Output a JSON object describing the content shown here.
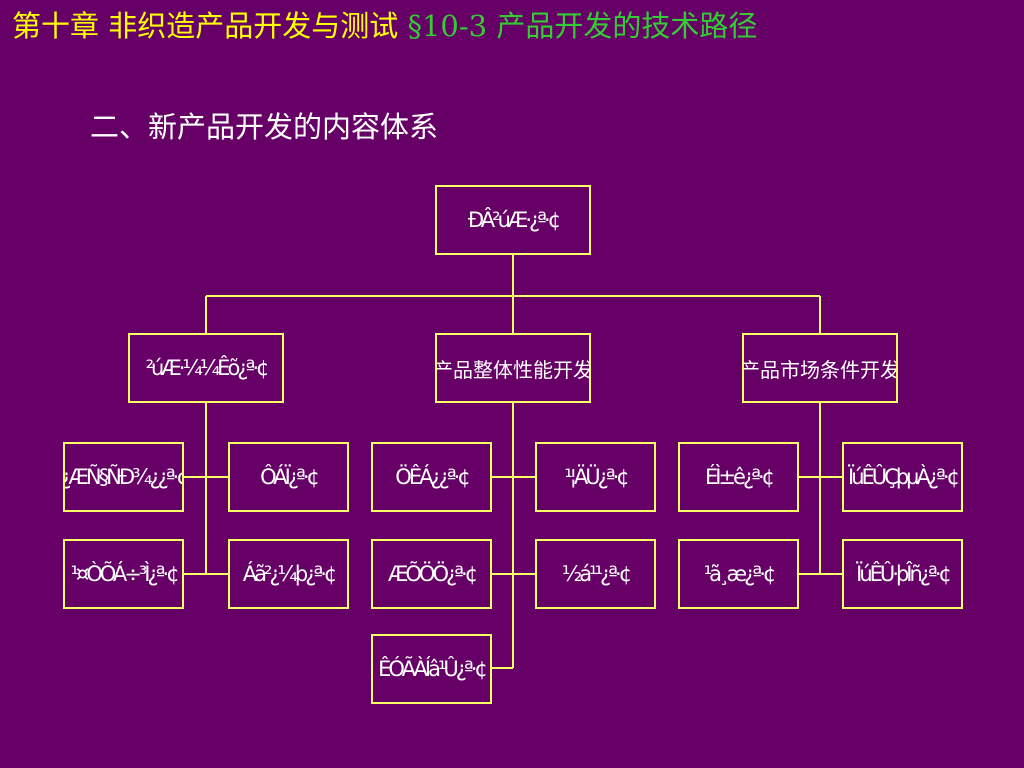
{
  "header": {
    "chapter": "第十章  非织造产品开发与测试",
    "section": "§10-3  产品开发的技术路径"
  },
  "subtitle": "二、新产品开发的内容体系",
  "diagram": {
    "root": "ÐÂ²úÆ·¿ª·¢",
    "level1": {
      "left": "²úÆ·¼¼Êõ¿ª·¢",
      "middle": "产品整体性能开发",
      "right": "产品市场条件开发"
    },
    "left_children": [
      "¿ÆÑ§ÑÐ¾¿¿ª·¢",
      "Ô­ÁÏ¿ª·¢",
      "¹¤ÒÕÁ÷³Ì¿ª·¢",
      "Áã²¿¼þ¿ª·¢"
    ],
    "middle_children": [
      "ÖÊÁ¿¿ª·¢",
      "¹¦ÄÜ¿ª·¢",
      "ÆÕÖÖ¿ª·¢",
      "½á¹¹¿ª·¢",
      "ÊÓÃÀÍâ¹Û¿ª·¢"
    ],
    "right_children": [
      "ÉÌ±ê¿ª·¢",
      "ÏúÊÛÇþµÀ¿ª·¢",
      "¹ã¸æ¿ª·¢",
      "ÏúÊÛ·þÎñ¿ª·¢"
    ]
  }
}
